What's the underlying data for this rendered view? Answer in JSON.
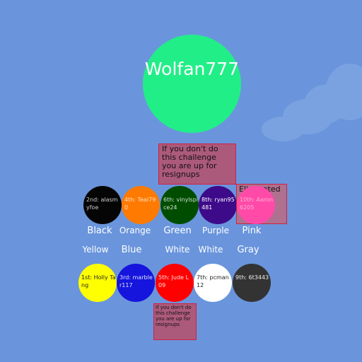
{
  "main_player": {
    "name": "Wolfan777",
    "color": "#22ee88"
  },
  "notes": {
    "top": "If you don't do this challenge you are up for resignups",
    "bottom": "If you don't do this challenge you are up for resignups"
  },
  "eliminated": {
    "title": "Eliminated"
  },
  "row1": [
    {
      "label": "2nd: alasmyfoe",
      "color": "#050505",
      "text_color": "#cccccc",
      "team": "Black"
    },
    {
      "label": "4th: Teal790",
      "color": "#ff7a00",
      "text_color": "#ffe0c0",
      "team": "Orange"
    },
    {
      "label": "6th: vinylspice24",
      "color": "#004d00",
      "text_color": "#d0e0d0",
      "team": "Green"
    },
    {
      "label": "8th: ryan95481",
      "color": "#3d0a8a",
      "text_color": "#ffffff",
      "team": "Purple"
    },
    {
      "label": "10th: Aaron6205",
      "color": "#ff4aa8",
      "text_color": "#ffb0d8",
      "team": "Pink"
    }
  ],
  "row2": [
    {
      "label": "1st: Holly Tang",
      "color": "#ffff00",
      "text_color": "#222222",
      "team": "Yellow"
    },
    {
      "label": "3rd: marbler117",
      "color": "#1515dd",
      "text_color": "#e0e0ff",
      "team": "Blue"
    },
    {
      "label": "5th: Jude L 09",
      "color": "#ff0000",
      "text_color": "#ffe0e0",
      "team": "White"
    },
    {
      "label": "7th: pcman12",
      "color": "#ffffff",
      "text_color": "#222222",
      "team": "White"
    },
    {
      "label": "9th: 6t3443",
      "color": "#333333",
      "text_color": "#eeeeee",
      "team": "Gray"
    }
  ]
}
